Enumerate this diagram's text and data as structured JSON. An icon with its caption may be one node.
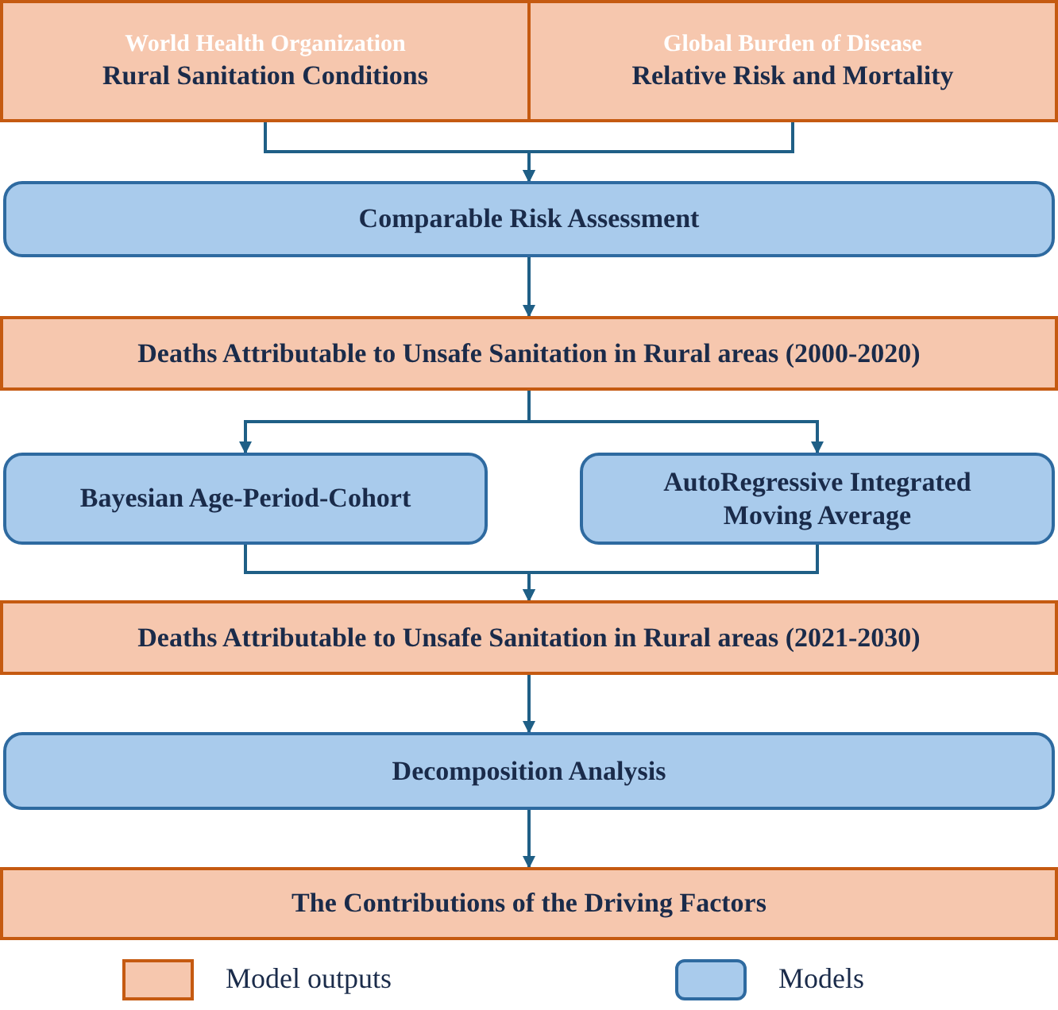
{
  "diagram": {
    "nodes": [
      {
        "text": [
          "World Health Organization",
          "Rural Sanitation Conditions"
        ]
      },
      {
        "text": [
          "Global Burden of Disease",
          "Relative Risk and Mortality"
        ]
      },
      {
        "text": [
          "Comparable Risk Assessment"
        ]
      },
      {
        "text": [
          "Deaths Attributable to Unsafe Sanitation in Rural areas (2000-2020)"
        ]
      },
      {
        "text": [
          "Bayesian Age-Period-Cohort"
        ]
      },
      {
        "text": [
          "AutoRegressive Integrated Moving Average"
        ]
      },
      {
        "text": [
          "Deaths Attributable to Unsafe Sanitation in Rural areas (2021-2030)"
        ]
      },
      {
        "text": [
          "Decomposition Analysis"
        ]
      },
      {
        "text": [
          "The Contributions of the Driving Factors"
        ]
      }
    ],
    "edges": [
      {
        "from": 0,
        "to": 2,
        "arrow": "to"
      },
      {
        "from": 1,
        "to": 2,
        "arrow": "to"
      },
      {
        "from": 2,
        "to": 3,
        "arrow": "to"
      },
      {
        "from": 3,
        "to": 4,
        "arrow": "to"
      },
      {
        "from": 3,
        "to": 5,
        "arrow": "to"
      },
      {
        "from": 4,
        "to": 6,
        "arrow": "to"
      },
      {
        "from": 5,
        "to": 6,
        "arrow": "to"
      },
      {
        "from": 6,
        "to": 7,
        "arrow": "to"
      },
      {
        "from": 7,
        "to": 8,
        "arrow": "to"
      }
    ],
    "legend": [
      {
        "text": "Model outputs",
        "color": "#f6c7ae"
      },
      {
        "text": "Models",
        "color": "#a9cbec"
      }
    ]
  }
}
